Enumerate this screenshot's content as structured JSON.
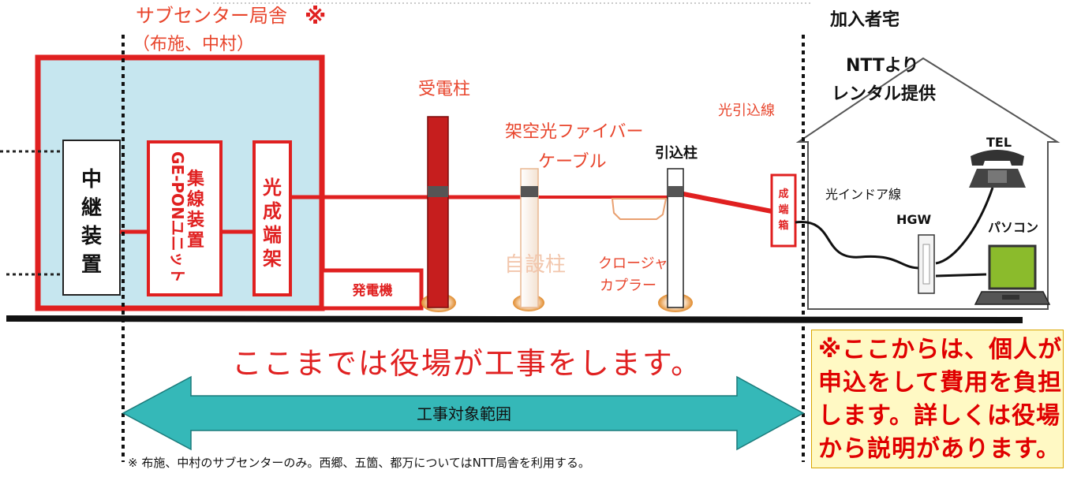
{
  "colors": {
    "red": "#e02020",
    "label_red": "#e8452c",
    "teal": "#35b8b8",
    "building_fill": "#c6e6ef",
    "note_bg": "#fff9c4",
    "note_text": "#e00000",
    "ring_orange": "#e08a2c"
  },
  "subcenter": {
    "title": "サブセンター局舎",
    "mark": "※",
    "subtitle": "（布施、中村）"
  },
  "subscriber": {
    "title": "加入者宅",
    "ntt_rental_line1": "NTTより",
    "ntt_rental_line2": "レンタル提供"
  },
  "equipment": {
    "relay_device": "中継装置",
    "gepon_unit": "GE-PONユニット集線装置",
    "optical_termination_rack": "光成端架",
    "generator": "発電機"
  },
  "poles": {
    "receiving_pole": "受電柱",
    "own_pole": "自設柱",
    "drop_pole": "引込柱"
  },
  "cables": {
    "aerial_fiber_line1": "架空光ファイバー",
    "aerial_fiber_line2": "ケーブル",
    "closure_line1": "クロージャ",
    "closure_line2": "カプラー",
    "drop_line": "光引込線",
    "termination_box": "成端箱",
    "indoor_line": "光インドア線"
  },
  "home_devices": {
    "hgw": "HGW",
    "tel": "TEL",
    "pc": "パソコン"
  },
  "bottom": {
    "town_work": "ここまでは役場が工事をします。",
    "scope": "工事対象範囲",
    "footnote": "※ 布施、中村のサブセンターのみ。西郷、五箇、都万についてはNTT局舎を利用する。"
  },
  "note_box": {
    "lines": [
      "※ここからは、個人が",
      "申込をして費用を負担",
      "します。詳しくは役場",
      "から説明があります。"
    ]
  }
}
